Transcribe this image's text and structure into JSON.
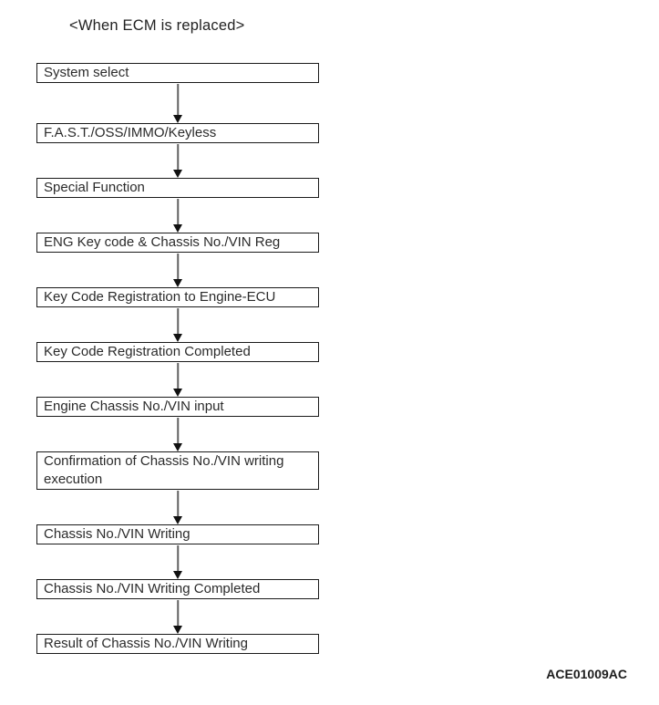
{
  "diagram": {
    "title": "<When ECM is replaced>",
    "figure_code": "ACE01009AC",
    "colors": {
      "page_bg": "#ffffff",
      "box_border": "#1a1a1a",
      "text": "#2b2b2b",
      "arrow_line": "#606060",
      "arrow_head": "#111111"
    },
    "steps": [
      "System select",
      "F.A.S.T./OSS/IMMO/Keyless",
      "Special Function",
      "ENG Key code & Chassis No./VIN Reg",
      "Key Code Registration to Engine-ECU",
      "Key Code Registration Completed",
      "Engine Chassis No./VIN input",
      "Confirmation of Chassis No./VIN writing execution",
      "Chassis No./VIN Writing",
      "Chassis No./VIN Writing Completed",
      "Result of Chassis No./VIN Writing"
    ]
  }
}
